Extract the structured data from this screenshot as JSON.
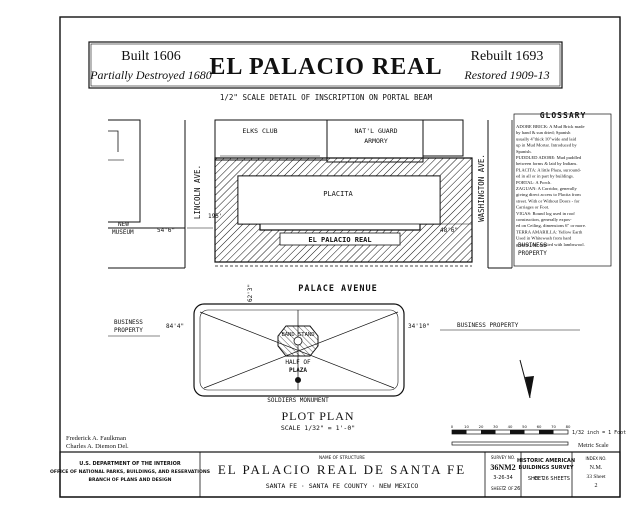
{
  "banner": {
    "left_line1": "Built 1606",
    "left_line2": "Partially Destroyed 1680",
    "title": "EL PALACIO REAL",
    "right_line1": "Rebuilt 1693",
    "right_line2": "Restored 1909-13"
  },
  "detail_caption": "1/2\" SCALE DETAIL OF INSCRIPTION ON PORTAL BEAM",
  "labels": {
    "elks_club": "ELKS CLUB",
    "natl_guard_1": "NAT'L GUARD",
    "natl_guard_2": "ARMORY",
    "placita": "PLACITA",
    "palacio": "EL PALACIO REAL",
    "lincoln_ave": "LINCOLN AVE.",
    "washington_ave": "WASHINGTON AVE.",
    "palace_avenue": "PALACE AVENUE",
    "new_museum_1": "NEW",
    "new_museum_2": "MUSEUM",
    "business_left_1": "BUSINESS",
    "business_left_2": "PROPERTY",
    "business_right": "BUSINESS PROPERTY",
    "business_mid_1": "BUSINESS",
    "business_mid_2": "PROPERTY",
    "band_stand": "BAND STAND",
    "half_of_1": "HALF OF",
    "half_of_2": "PLAZA",
    "soldiers_monument": "SOLDIERS MONUMENT",
    "dim_54": "54'6\"",
    "dim_195": "195'",
    "dim_48": "48'6\"",
    "dim_62": "62'3\"",
    "dim_84": "84'4\"",
    "dim_34": "34'10\""
  },
  "glossary": {
    "title": "GLOSSARY",
    "entries": [
      "ADOBE BRICK: A Mud Brick made",
      "by hand & sun dried; Spanish",
      "usually 4\"thick 10\"wide and laid",
      "up in Mud Mortar. Introduced by",
      "Spanish.",
      "PUDDLED ADOBE: Mud puddled",
      "between forms & laid by Indians.",
      "PLACITA: A little Plaza, surround-",
      "ed in all or in part by buildings.",
      "PORTAL: A Porch.",
      "ZAGUAN: A Corridor, generally",
      "giving direct access to Placita from",
      "street. With or Without Doors - for",
      "Carriages or Foot.",
      "VIGAS: Round log used in roof",
      "construction, generally expos-",
      "ed on Ceiling, dimensions 6\" or more.",
      "TERRA AMARILLA: Yellow Earth",
      "Used in Whitewash from hard",
      "ground lime applied with lambswool."
    ]
  },
  "plot_plan": {
    "title": "PLOT PLAN",
    "scale": "SCALE 1/32\" = 1'-0\""
  },
  "scales": {
    "metric_note": "1/32 inch = 1 Foot",
    "metric_label": "Metric Scale",
    "ticks": [
      "0",
      "10",
      "20",
      "30",
      "40",
      "50",
      "60",
      "70",
      "80"
    ]
  },
  "credits": {
    "line1": "Frederick A. Faulkman",
    "line2": "Charles A. Diemon Del."
  },
  "title_block": {
    "agency_1": "U.S. DEPARTMENT OF THE INTERIOR",
    "agency_2": "OFFICE OF NATIONAL PARKS, BUILDINGS, AND RESERVATIONS",
    "agency_3": "BRANCH OF PLANS AND DESIGN",
    "structure_label": "NAME OF STRUCTURE",
    "structure_name": "EL PALACIO REAL DE SANTA FE",
    "location": "SANTA FE · SANTA FE COUNTY · NEW MEXICO",
    "survey_no_label": "SURVEY NO.",
    "survey_no": "36NM2",
    "sheet_label": "SHEET",
    "sheet": "2",
    "of_label": "OF",
    "of_total": "26",
    "sheets_label": "SHEETS",
    "date": "3-26-34",
    "habs_1": "HISTORIC AMERICAN",
    "habs_2": "BUILDINGS SURVEY",
    "habs_3": "SHEET",
    "habs_4": "OF 26 SHEETS",
    "index_label": "INDEX NO.",
    "index_no": "N.M.",
    "index_sheet": "33 Sheet",
    "index_sub": "2"
  }
}
